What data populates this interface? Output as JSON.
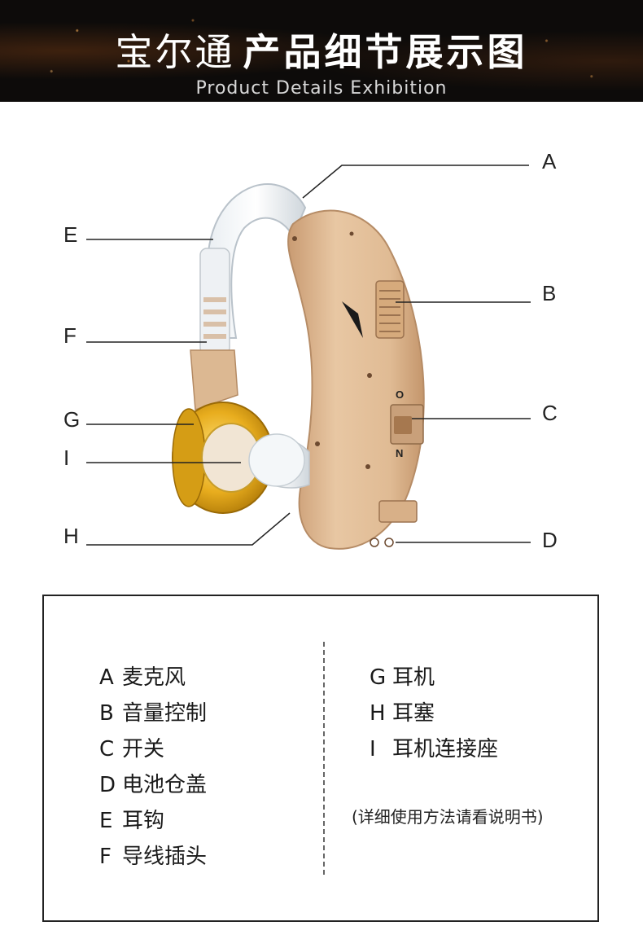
{
  "header": {
    "brand": "宝尔通",
    "title": "产品细节展示图",
    "subtitle": "Product Details Exhibition"
  },
  "callouts": {
    "A": "A",
    "B": "B",
    "C": "C",
    "D": "D",
    "E": "E",
    "F": "F",
    "G": "G",
    "I": "I",
    "H": "H"
  },
  "switch_labels": {
    "on": "O",
    "off": "N"
  },
  "legend": {
    "left": [
      {
        "letter": "A",
        "text": "麦克风"
      },
      {
        "letter": "B",
        "text": "音量控制"
      },
      {
        "letter": "C",
        "text": "开关"
      },
      {
        "letter": "D",
        "text": "电池仓盖"
      },
      {
        "letter": "E",
        "text": "耳钩"
      },
      {
        "letter": "F",
        "text": "导线插头"
      }
    ],
    "right": [
      {
        "letter": "G",
        "text": "耳机"
      },
      {
        "letter": "H",
        "text": "耳塞"
      },
      {
        "letter": "I",
        "text": "耳机连接座"
      }
    ],
    "note": "(详细使用方法请看说明书)"
  },
  "colors": {
    "banner_bg": "#0d0b0a",
    "device_body": "#e3bf98",
    "earphone_gold": "#e0a516"
  }
}
